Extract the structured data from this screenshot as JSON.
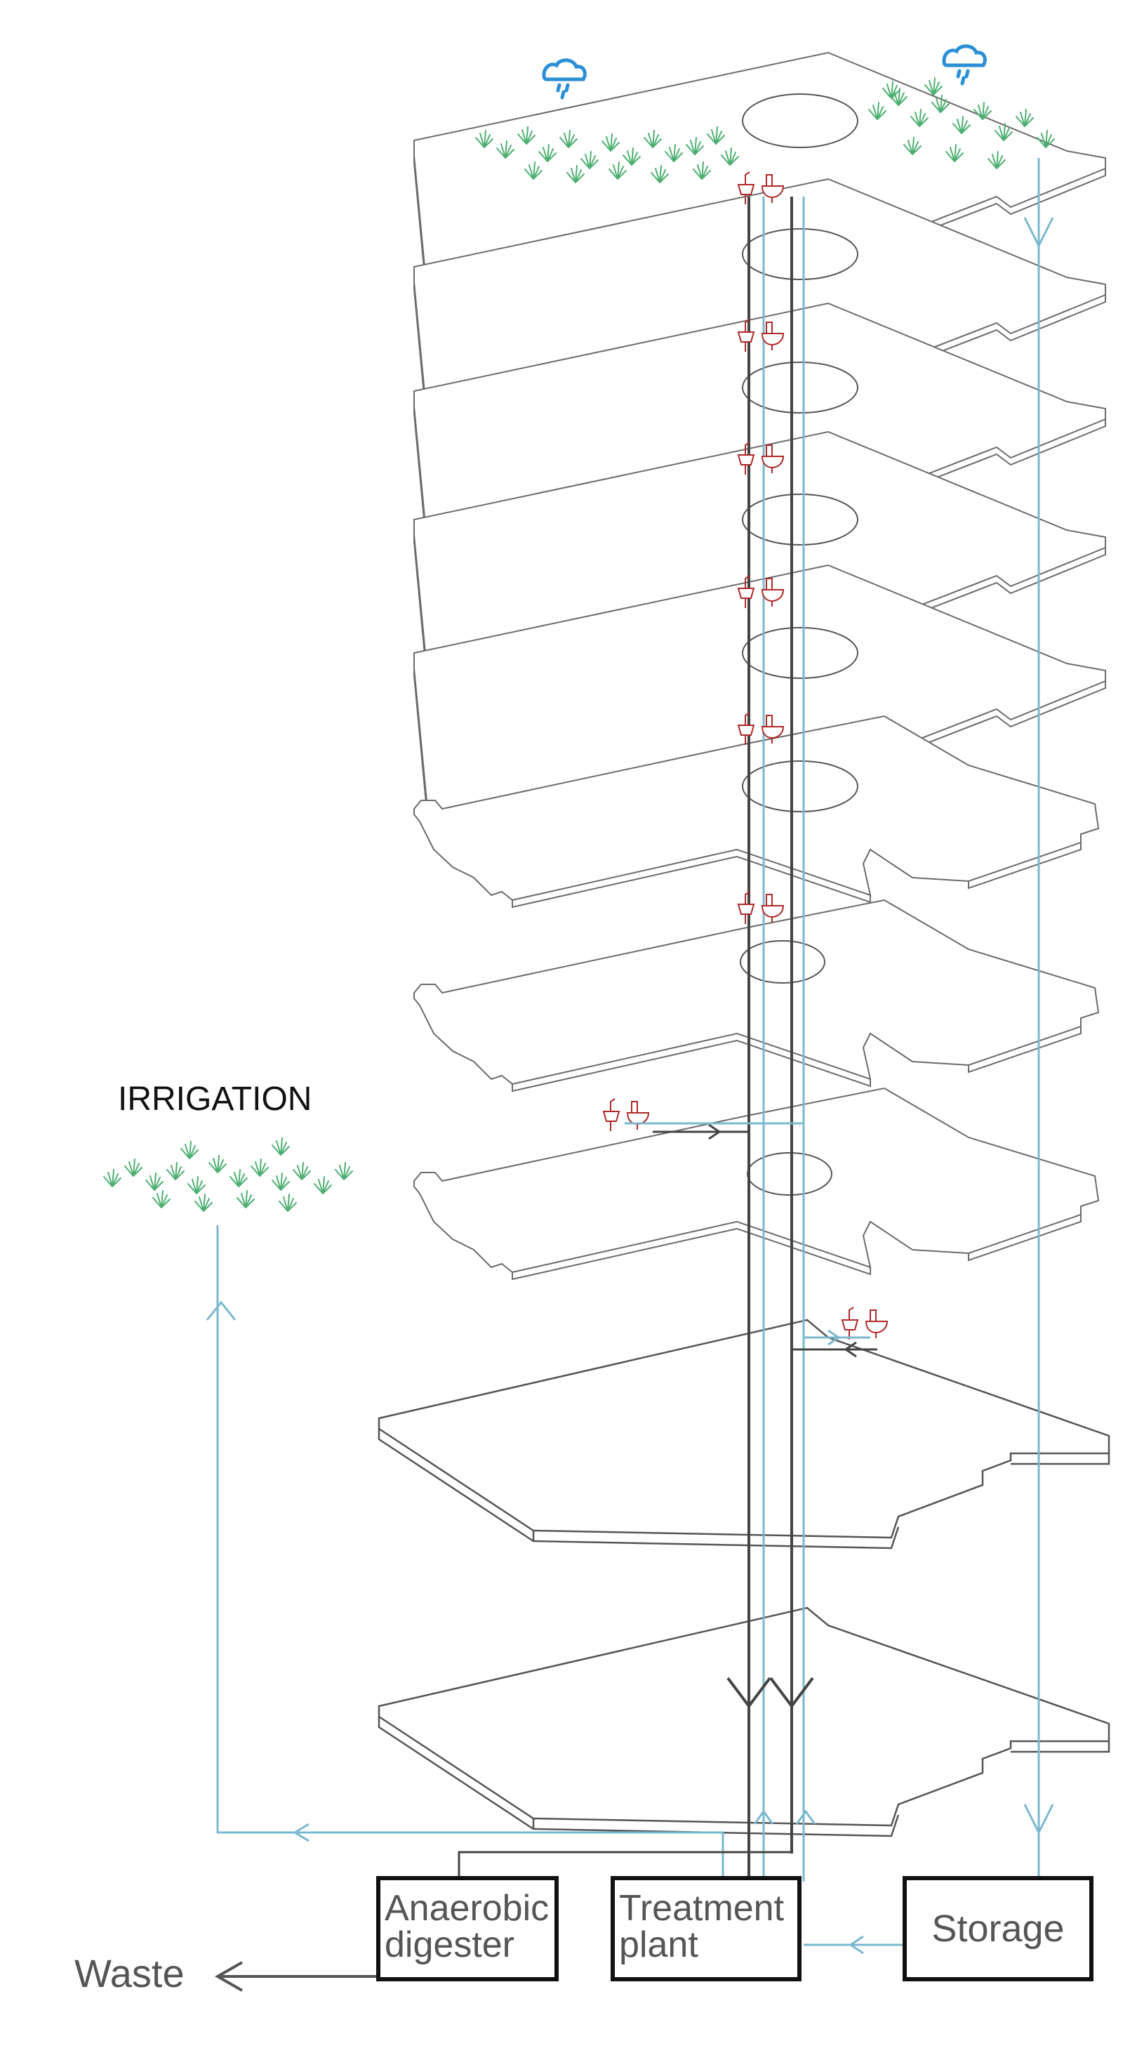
{
  "labels": {
    "irrigation": "IRRIGATION",
    "waste": "Waste"
  },
  "boxes": {
    "anaerobic_line1": "Anaerobic",
    "anaerobic_line2": "digester",
    "treatment_line1": "Treatment",
    "treatment_line2": "plant",
    "storage": "Storage"
  },
  "colors": {
    "water_line": "#7ab8cf",
    "black_water": "#444444",
    "rain_icon": "#2a8fd6",
    "grass": "#4caf70",
    "fixture": "#b02828",
    "floor_outline": "#555555"
  },
  "icons": [
    "cloud-rain-icon",
    "grass-icon",
    "sink-icon",
    "toilet-icon",
    "arrow-icon"
  ]
}
